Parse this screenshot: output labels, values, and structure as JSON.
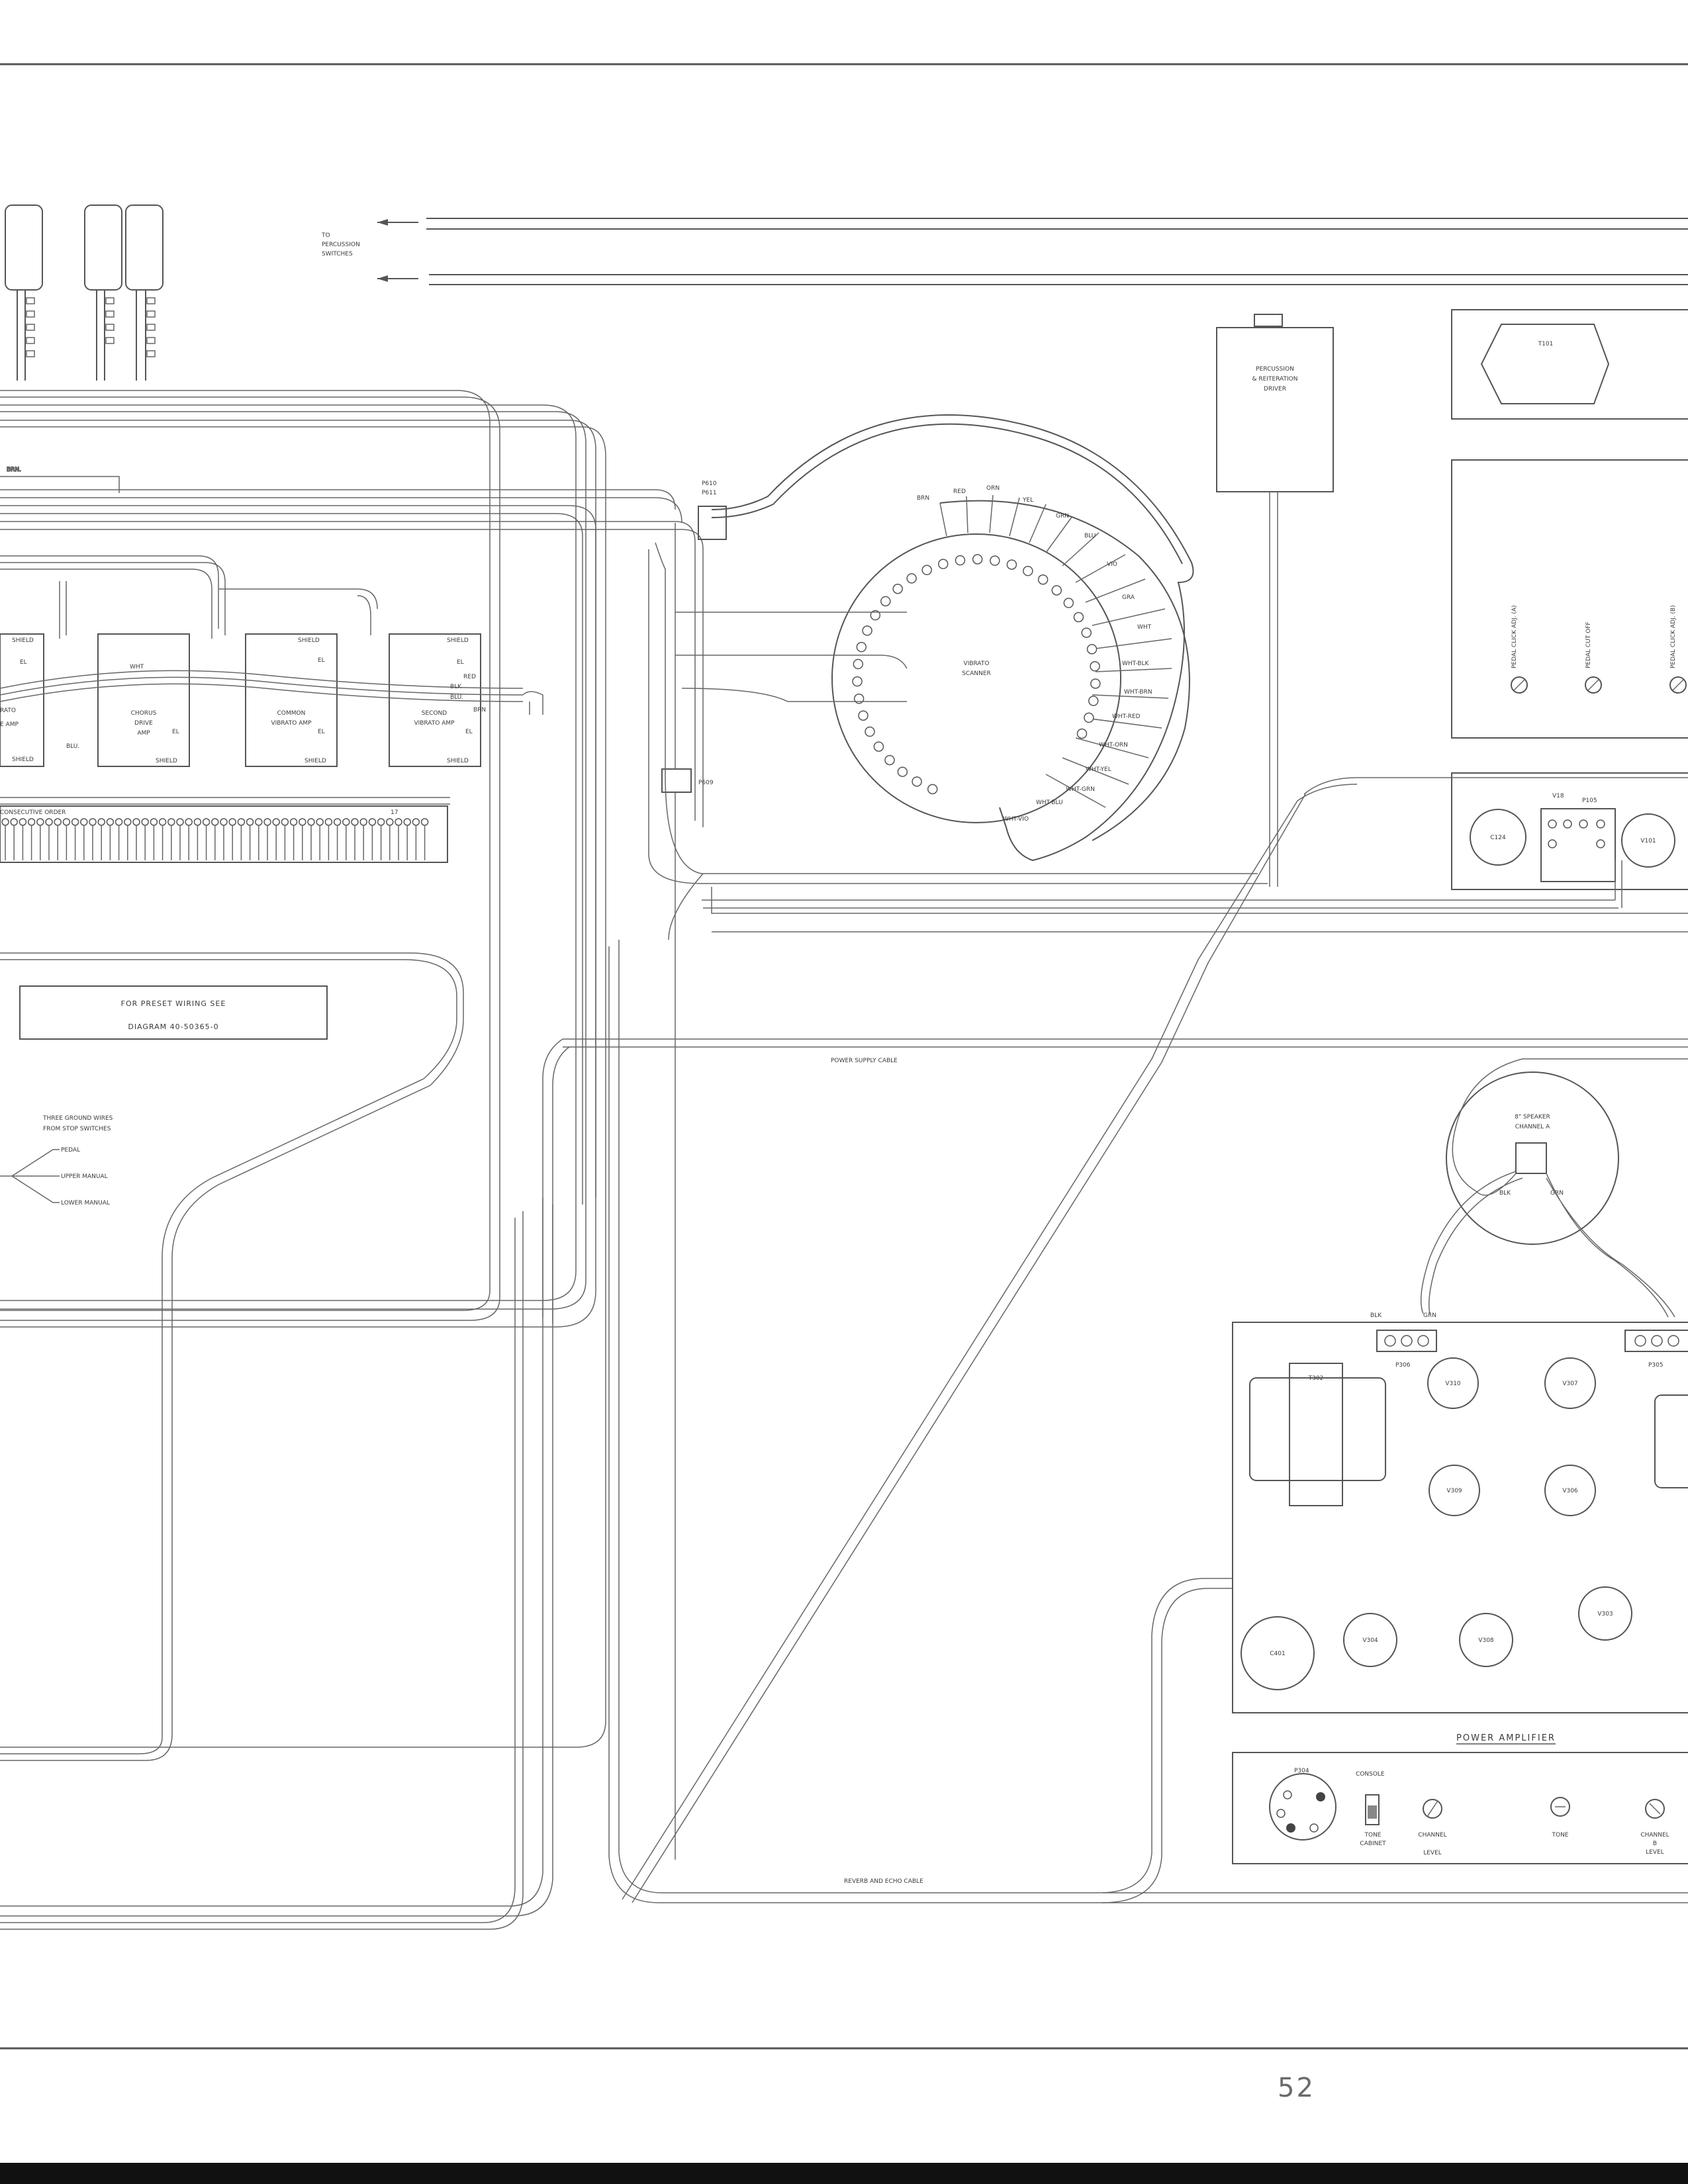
{
  "labels": {
    "to_percussion": [
      "TO",
      "PERCUSSION",
      "SWITCHES"
    ],
    "percussion_driver": [
      "PERCUSSION",
      "& REITERATION",
      "DRIVER"
    ],
    "t101": "T101",
    "p610": [
      "P610",
      "P611"
    ],
    "p609": "P609",
    "vibrato_scanner": [
      "VIBRATO",
      "SCANNER"
    ],
    "scanner_colors": [
      "BRN",
      "RED",
      "ORN",
      "YEL",
      "GRN",
      "BLU",
      "VIO",
      "GRA",
      "WHT",
      "WHT-BLK",
      "WHT-BRN",
      "WHT-RED",
      "WHT-ORN",
      "WHT-YEL",
      "WHT-GRN",
      "WHT-BLU",
      "WHT-VIO"
    ],
    "pedal_controls": [
      "PEDAL CLICK ADJ. (A)",
      "PEDAL CUT OFF",
      "PEDAL CLICK ADJ. (B)"
    ],
    "c124": "C124",
    "v101": "V101",
    "p105": "P105",
    "v18": "V18",
    "brn": "BRN.",
    "shield": "SHIELD",
    "el": "EL",
    "wht": "WHT",
    "blu": "BLU.",
    "blk": "BLK",
    "brn_short": "BRN",
    "red": "RED",
    "brato_amp": [
      "RATO",
      "E AMP"
    ],
    "chorus_drive": [
      "CHORUS",
      "DRIVE",
      "AMP"
    ],
    "common_vibrato": [
      "COMMON",
      "VIBRATO AMP"
    ],
    "second_vibrato": [
      "SECOND",
      "VIBRATO AMP"
    ],
    "consecutive_order": "CONSECUTIVE ORDER",
    "num_17": "17",
    "preset_note": [
      "FOR PRESET WIRING SEE",
      "DIAGRAM 40-50365-0"
    ],
    "power_supply_cable": "POWER SUPPLY CABLE",
    "ground_wires": [
      "THREE GROUND WIRES",
      "FROM STOP SWITCHES"
    ],
    "ground_targets": [
      "PEDAL",
      "UPPER MANUAL",
      "LOWER MANUAL"
    ],
    "speaker": [
      "8\" SPEAKER",
      "CHANNEL A"
    ],
    "speaker_leads": [
      "BLK",
      "GRN"
    ],
    "p306": "P306",
    "p305": "P305",
    "t302": "T302",
    "tubes": [
      "V310",
      "V307",
      "V309",
      "V306",
      "V304",
      "V308",
      "V303"
    ],
    "c401": "C401",
    "power_amplifier": "POWER AMPLIFIER",
    "p304": "P304",
    "console": "CONSOLE",
    "tone_cabinet": [
      "TONE",
      "CABINET"
    ],
    "channel_level": [
      "CHANNEL",
      "LEVEL"
    ],
    "tone": "TONE",
    "channel_b_level": [
      "CHANNEL",
      "B",
      "LEVEL"
    ],
    "reverb_cable": "REVERB AND ECHO CABLE"
  },
  "page_number": "52"
}
